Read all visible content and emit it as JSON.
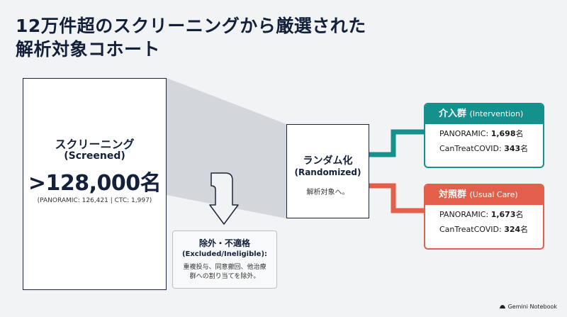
{
  "title": {
    "line1": "12万件超のスクリーニングから厳選された",
    "line2": "解析対象コホート"
  },
  "screened": {
    "label_ja": "スクリーニング",
    "label_en": "(Screened)",
    "count": ">128,000名",
    "breakdown": "(PANORAMIC: 126,421 | CTC: 1,997)"
  },
  "randomized": {
    "label_ja": "ランダム化",
    "label_en": "(Randomized)",
    "note": "解析対象へ。"
  },
  "excluded": {
    "label_ja": "除外・不適格",
    "label_en": "(Excluded/Ineligible):",
    "note_line1": "重複投与、同意撤回、他治療",
    "note_line2": "群への割り当てを除外。"
  },
  "intervention": {
    "label_ja": "介入群",
    "label_en": "(Intervention)",
    "rows": [
      {
        "name": "PANORAMIC:",
        "value": "1,698",
        "unit": "名"
      },
      {
        "name": "CanTreatCOVID:",
        "value": "343",
        "unit": "名"
      }
    ],
    "color": "#14908d"
  },
  "usual_care": {
    "label_ja": "対照群",
    "label_en": "(Usual Care)",
    "rows": [
      {
        "name": "PANORAMIC:",
        "value": "1,673",
        "unit": "名"
      },
      {
        "name": "CanTreatCOVID:",
        "value": "324",
        "unit": "名"
      }
    ],
    "color": "#e25f4a"
  },
  "brand": {
    "label": "Gemini Notebook",
    "icon": "gemini-logo-icon"
  }
}
